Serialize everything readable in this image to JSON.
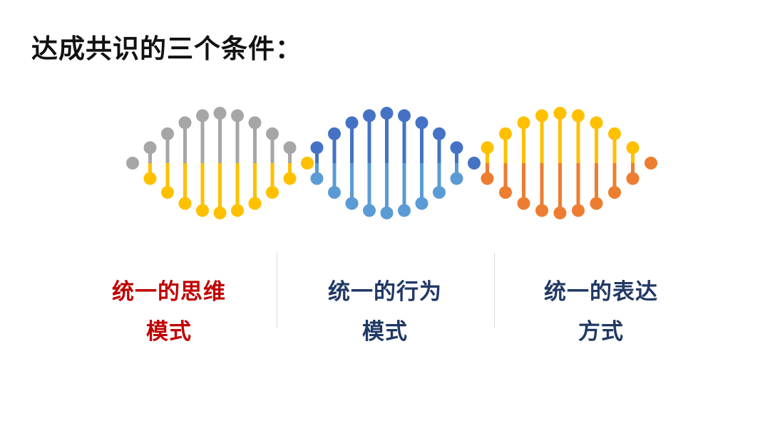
{
  "title": "达成共识的三个条件：",
  "colors": {
    "gray": "#a6a6a6",
    "yellow": "#ffc000",
    "dark_blue": "#4472c4",
    "light_blue": "#5b9bd5",
    "orange": "#ed7d31",
    "red": "#c00000",
    "navy": "#203864"
  },
  "conditions": [
    {
      "line1": "统一的思维",
      "line2": "模式",
      "color": "#c00000"
    },
    {
      "line1": "统一的行为",
      "line2": "模式",
      "color": "#203864"
    },
    {
      "line1": "统一的表达",
      "line2": "方式",
      "color": "#203864"
    }
  ]
}
